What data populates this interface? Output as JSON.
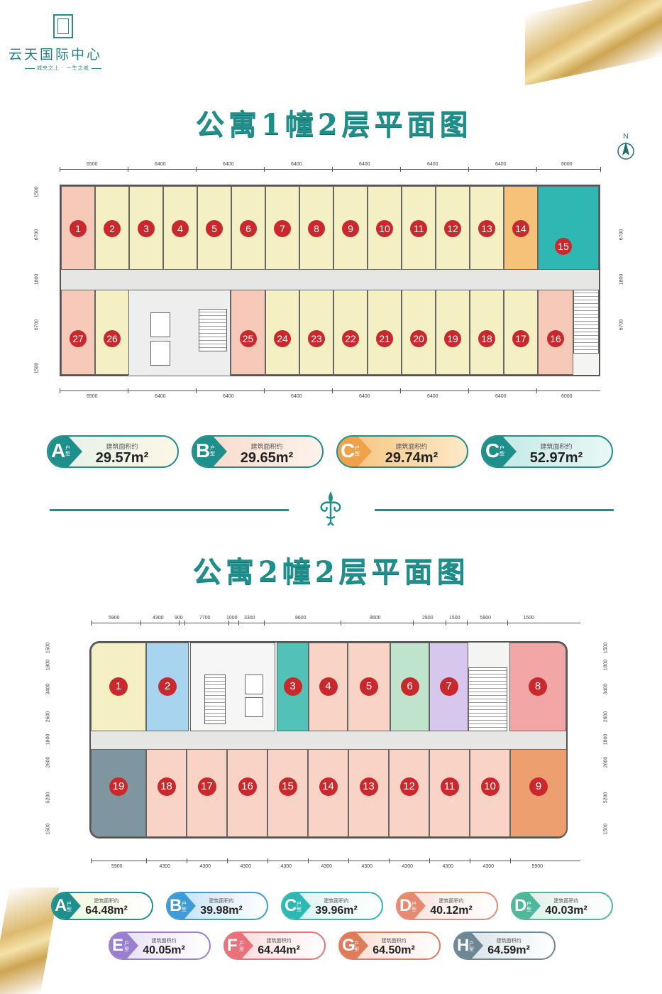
{
  "brand": {
    "name": "云天国际中心",
    "slogan": "城央之上 · 一生之城"
  },
  "building1": {
    "title": "公寓1幢2层平面图",
    "north": "N",
    "top_dims": [
      "6500",
      "6400",
      "6400",
      "6400",
      "6400",
      "6400",
      "6400",
      "6000"
    ],
    "bottom_dims": [
      "6500",
      "6400",
      "6400",
      "6400",
      "6400",
      "6400",
      "6400",
      "6000"
    ],
    "left_dims": [
      "1500",
      "6700",
      "1800",
      "6700",
      "1500"
    ],
    "right_dims": [
      "6700",
      "1800",
      "6700"
    ],
    "north_units": [
      "1",
      "2",
      "3",
      "4",
      "5",
      "6",
      "7",
      "8",
      "9",
      "10",
      "11",
      "12",
      "13",
      "14",
      "15"
    ],
    "south_units": [
      "27",
      "26",
      "25",
      "24",
      "23",
      "22",
      "21",
      "20",
      "19",
      "18",
      "17",
      "16"
    ],
    "cards": [
      {
        "letter": "A",
        "type": "户型",
        "label": "建筑面积约",
        "value": "29.57m²"
      },
      {
        "letter": "B",
        "type": "户型",
        "label": "建筑面积约",
        "value": "29.65m²"
      },
      {
        "letter": "C",
        "type": "户型",
        "label": "建筑面积约",
        "value": "29.74m²"
      },
      {
        "letter": "C",
        "type": "户型",
        "label": "建筑面积约",
        "value": "52.97m²"
      }
    ]
  },
  "building2": {
    "title": "公寓2幢2层平面图",
    "top_dims": [
      "5900",
      "4300",
      "900",
      "7700",
      "1000",
      "3300",
      "8600",
      "8600",
      "2800",
      "1500",
      "5900",
      "1500"
    ],
    "bottom_dims": [
      "5900",
      "4300",
      "4300",
      "4300",
      "4300",
      "4300",
      "4300",
      "4300",
      "4300",
      "4300",
      "5900"
    ],
    "left_dims": [
      "1500",
      "1800",
      "3400",
      "2600",
      "1800",
      "2600",
      "5200",
      "1500"
    ],
    "right_dims": [
      "1500",
      "1800",
      "3400",
      "2600",
      "1800",
      "2600",
      "5200",
      "1500"
    ],
    "north_units": [
      "1",
      "2",
      "3",
      "4",
      "5",
      "6",
      "7",
      "8"
    ],
    "south_units": [
      "19",
      "18",
      "17",
      "16",
      "15",
      "14",
      "13",
      "12",
      "11",
      "10",
      "9"
    ],
    "cards": [
      {
        "letter": "A",
        "type": "户型",
        "label": "建筑面积约",
        "value": "64.48m²"
      },
      {
        "letter": "B",
        "type": "户型",
        "label": "建筑面积约",
        "value": "39.98m²"
      },
      {
        "letter": "C",
        "type": "户型",
        "label": "建筑面积约",
        "value": "39.96m²"
      },
      {
        "letter": "D",
        "type": "户型",
        "label": "建筑面积约",
        "value": "40.12m²"
      },
      {
        "letter": "D",
        "type": "户型",
        "label": "建筑面积约",
        "value": "40.03m²"
      },
      {
        "letter": "E",
        "type": "户型",
        "label": "建筑面积约",
        "value": "40.05m²"
      },
      {
        "letter": "F",
        "type": "户型",
        "label": "建筑面积约",
        "value": "64.44m²"
      },
      {
        "letter": "G",
        "type": "户型",
        "label": "建筑面积约",
        "value": "64.50m²"
      },
      {
        "letter": "H",
        "type": "户型",
        "label": "建筑面积约",
        "value": "64.59m²"
      }
    ]
  },
  "colors": {
    "teal": "#1f8f8c",
    "unit_a": "#f7c9b8",
    "unit_b": "#f4f0c4",
    "unit_c_orange": "#f6c27a",
    "unit_c_teal": "#2fb8b3",
    "badge": "#c9282d"
  }
}
